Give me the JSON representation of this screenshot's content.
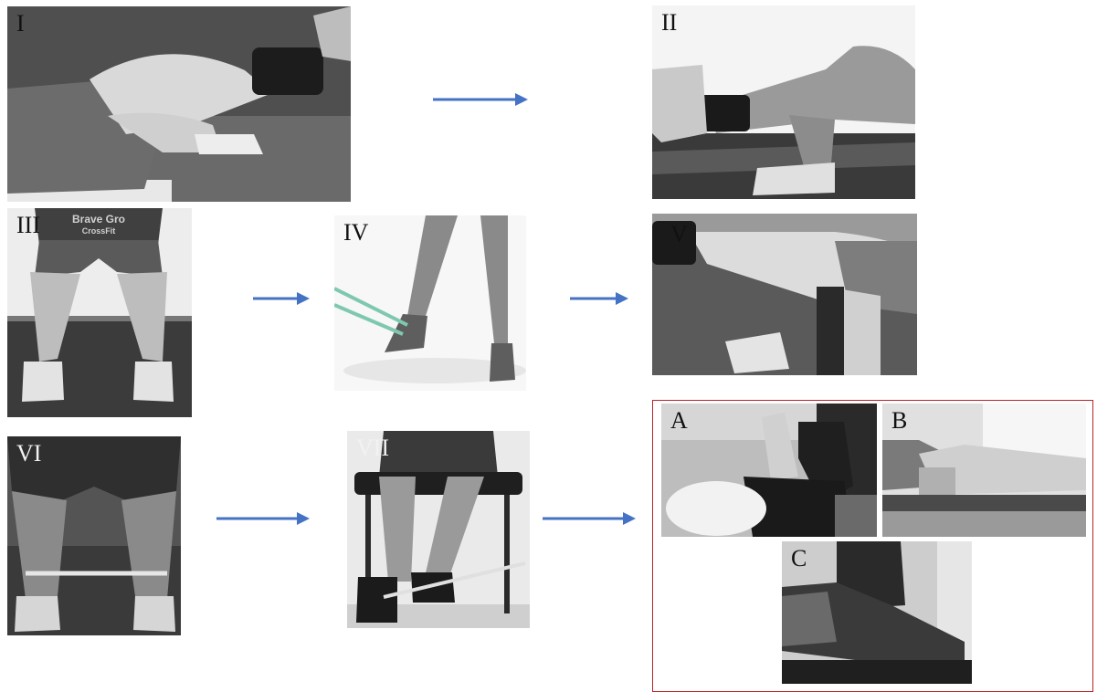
{
  "panels": {
    "I": "I",
    "II": "II",
    "III": "III",
    "IV": "IV",
    "V": "V",
    "VI": "VI",
    "VII": "VII",
    "A": "A",
    "B": "B",
    "C": "C"
  },
  "shirt_text": {
    "line1": "Brave Gro",
    "line2": "CrossFit"
  },
  "colors": {
    "arrow": "#4472c4",
    "frame": "#b8242a",
    "band": "#7fc8b0"
  }
}
